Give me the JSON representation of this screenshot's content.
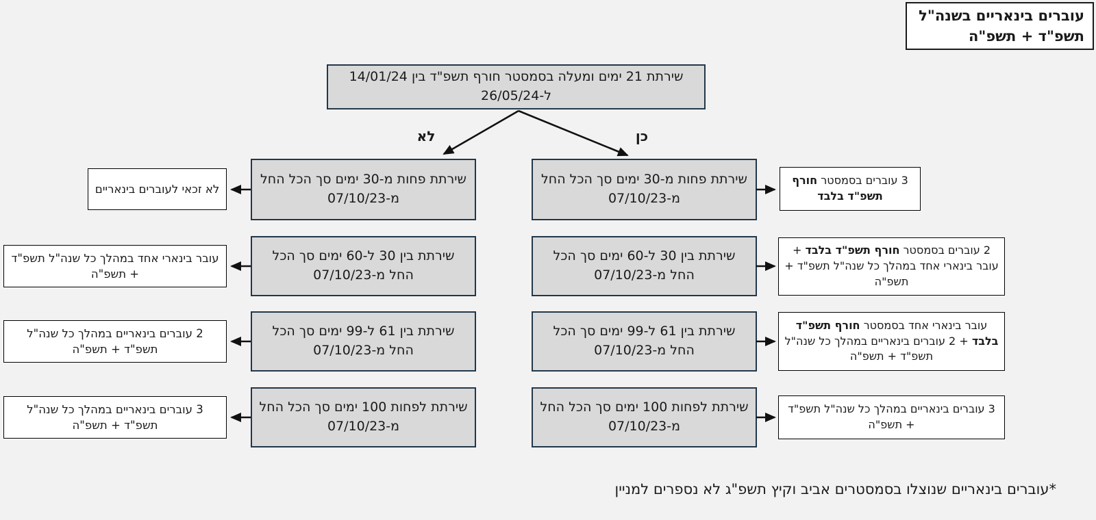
{
  "title_box": "עוברים בינאריים בשנה\"ל תשפ\"ד + תשפ\"ה",
  "root": "שירתת 21 ימים ומעלה בסמסטר חורף תשפ\"ד בין 14/01/24 ל-26/05/24",
  "branch_no": "לא",
  "branch_yes": "כן",
  "no_rows": [
    {
      "condition": "שירתת פחות מ-30 ימים סך הכל החל מ-07/10/23",
      "outcome": "לא זכאי לעוברים בינאריים"
    },
    {
      "condition": "שירתת בין 30 ל-60 ימים סך הכל החל מ-07/10/23",
      "outcome": "עובר בינארי אחד במהלך כל שנה\"ל תשפ\"ד + תשפ\"ה"
    },
    {
      "condition": "שירתת בין 61 ל-99 ימים סך הכל החל מ-07/10/23",
      "outcome": "2 עוברים בינאריים במהלך כל שנה\"ל תשפ\"ד + תשפ\"ה"
    },
    {
      "condition": "שירתת לפחות 100 ימים סך הכל החל מ-07/10/23",
      "outcome": "3 עוברים בינאריים במהלך כל שנה\"ל תשפ\"ד + תשפ\"ה"
    }
  ],
  "yes_rows": [
    {
      "condition": "שירתת פחות מ-30 ימים סך הכל החל מ-07/10/23",
      "outcome_parts": [
        {
          "text": "3 עוברים בסמסטר ",
          "bold": false
        },
        {
          "text": "חורף תשפ\"ד בלבד",
          "bold": true
        }
      ]
    },
    {
      "condition": "שירתת בין 30 ל-60 ימים סך הכל החל מ-07/10/23",
      "outcome_parts": [
        {
          "text": "2 עוברים בסמסטר ",
          "bold": false
        },
        {
          "text": "חורף תשפ\"ד בלבד",
          "bold": true
        },
        {
          "text": " + עובר בינארי אחד במהלך כל שנה\"ל תשפ\"ד + תשפ\"ה",
          "bold": false
        }
      ]
    },
    {
      "condition": "שירתת בין 61 ל-99 ימים סך הכל החל מ-07/10/23",
      "outcome_parts": [
        {
          "text": "עובר בינארי אחד בסמסטר ",
          "bold": false
        },
        {
          "text": "חורף תשפ\"ד בלבד",
          "bold": true
        },
        {
          "text": " + 2 עוברים בינאריים במהלך כל שנה\"ל תשפ\"ד + תשפ\"ה",
          "bold": false
        }
      ]
    },
    {
      "condition": "שירתת לפחות 100 ימים סך הכל החל מ-07/10/23",
      "outcome_parts": [
        {
          "text": "3 עוברים בינאריים במהלך כל שנה\"ל תשפ\"ד + תשפ\"ה",
          "bold": false
        }
      ]
    }
  ],
  "footnote": "*עוברים בינאריים שנוצלו בסמסטרים אביב וקיץ תשפ\"ג לא נספרים למניין",
  "colors": {
    "background": "#f2f2f2",
    "box_fill": "#d9d9d9",
    "box_border": "#21374a",
    "outcome_border": "#000000",
    "arrow": "#111111"
  }
}
